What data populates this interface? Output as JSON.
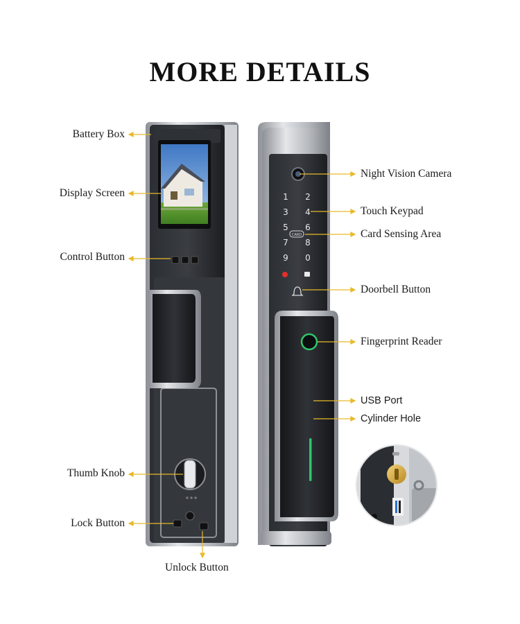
{
  "page": {
    "title": "MORE DETAILS"
  },
  "colors": {
    "leader": "#e8b92a",
    "body_dark": "#1f2226",
    "frame_silver": "#b9bcc1",
    "screen_sky": "#4f86c8",
    "led_green": "#2ec66a",
    "led_red": "#e0302e"
  },
  "labels_left": {
    "battery_box": "Battery Box",
    "display_screen": "Display Screen",
    "control_button": "Control Button",
    "thumb_knob": "Thumb Knob",
    "lock_button": "Lock Button",
    "unlock_button": "Unlock Button"
  },
  "labels_right": {
    "night_vision_camera": "Night Vision Camera",
    "touch_keypad": "Touch Keypad",
    "card_sensing_area": "Card Sensing Area",
    "doorbell_button": "Doorbell Button",
    "fingerprint_reader": "Fingerprint Reader",
    "usb_port": "USB Port",
    "cylinder_hole": "Cylinder Hole"
  },
  "keypad": {
    "keys": [
      "1",
      "2",
      "3",
      "4",
      "5",
      "6",
      "7",
      "8",
      "9",
      "0"
    ],
    "card_label": "CARD"
  }
}
